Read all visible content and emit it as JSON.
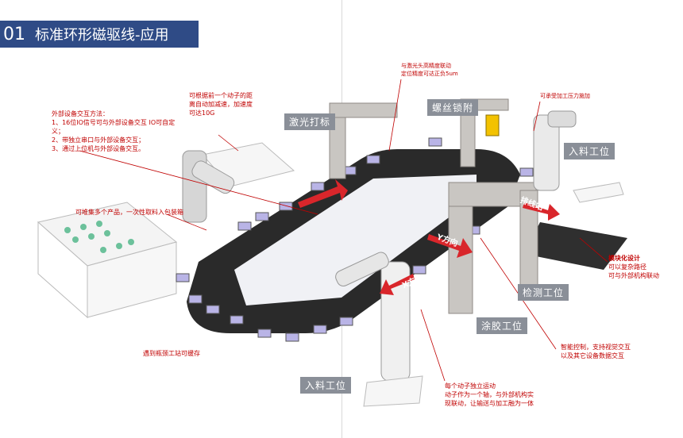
{
  "title": {
    "number": "01",
    "text": "标准环形磁驱线-应用"
  },
  "stations": {
    "laser": "激光打标",
    "screw": "螺丝锁附",
    "infeed_right": "入料工位",
    "inspection": "检测工位",
    "glue": "涂胶工位",
    "infeed_bottom": "入料工位",
    "buffer": "排线站"
  },
  "directions": {
    "y": "Y方向",
    "x": "X方向"
  },
  "callouts": {
    "external_title": "外部设备交互方法：",
    "external_1": "1、16位IO信号可与外部设备交互 IO可自定义；",
    "external_2": "2、带独立串口与外部设备交互；",
    "external_3": "3、通过上位机与外部设备交互。",
    "auto_accel_a": "可根据前一个动子的距",
    "auto_accel_b": "离自动加减速，加速度",
    "auto_accel_c": "可达10G",
    "laser_sync_a": "与激光头高精度联动",
    "laser_sync_b": "定位精度可达正负5um",
    "pressure": "可承受加工压力施加",
    "multi_product": "可堆集多个产品，一次性取料入包装箱",
    "modular_a": "模块化设计",
    "modular_b": "可以复杂路径",
    "modular_c": "可与外部机构联动",
    "smart_a": "智能控制，支持视觉交互",
    "smart_b": "以及其它设备数据交互",
    "buffer_note": "遇到瓶颈工站可缓存",
    "independent_a": "每个动子独立运动",
    "independent_b": "动子作为一个轴，与外部机构实",
    "independent_c": "现联动，让输送与加工融为一体"
  },
  "colors": {
    "title_bg": "#2f4b86",
    "callout": "#c00000",
    "arrow": "#d9262b",
    "track": "#2a2a2a",
    "mover": "#b9b4e6"
  }
}
